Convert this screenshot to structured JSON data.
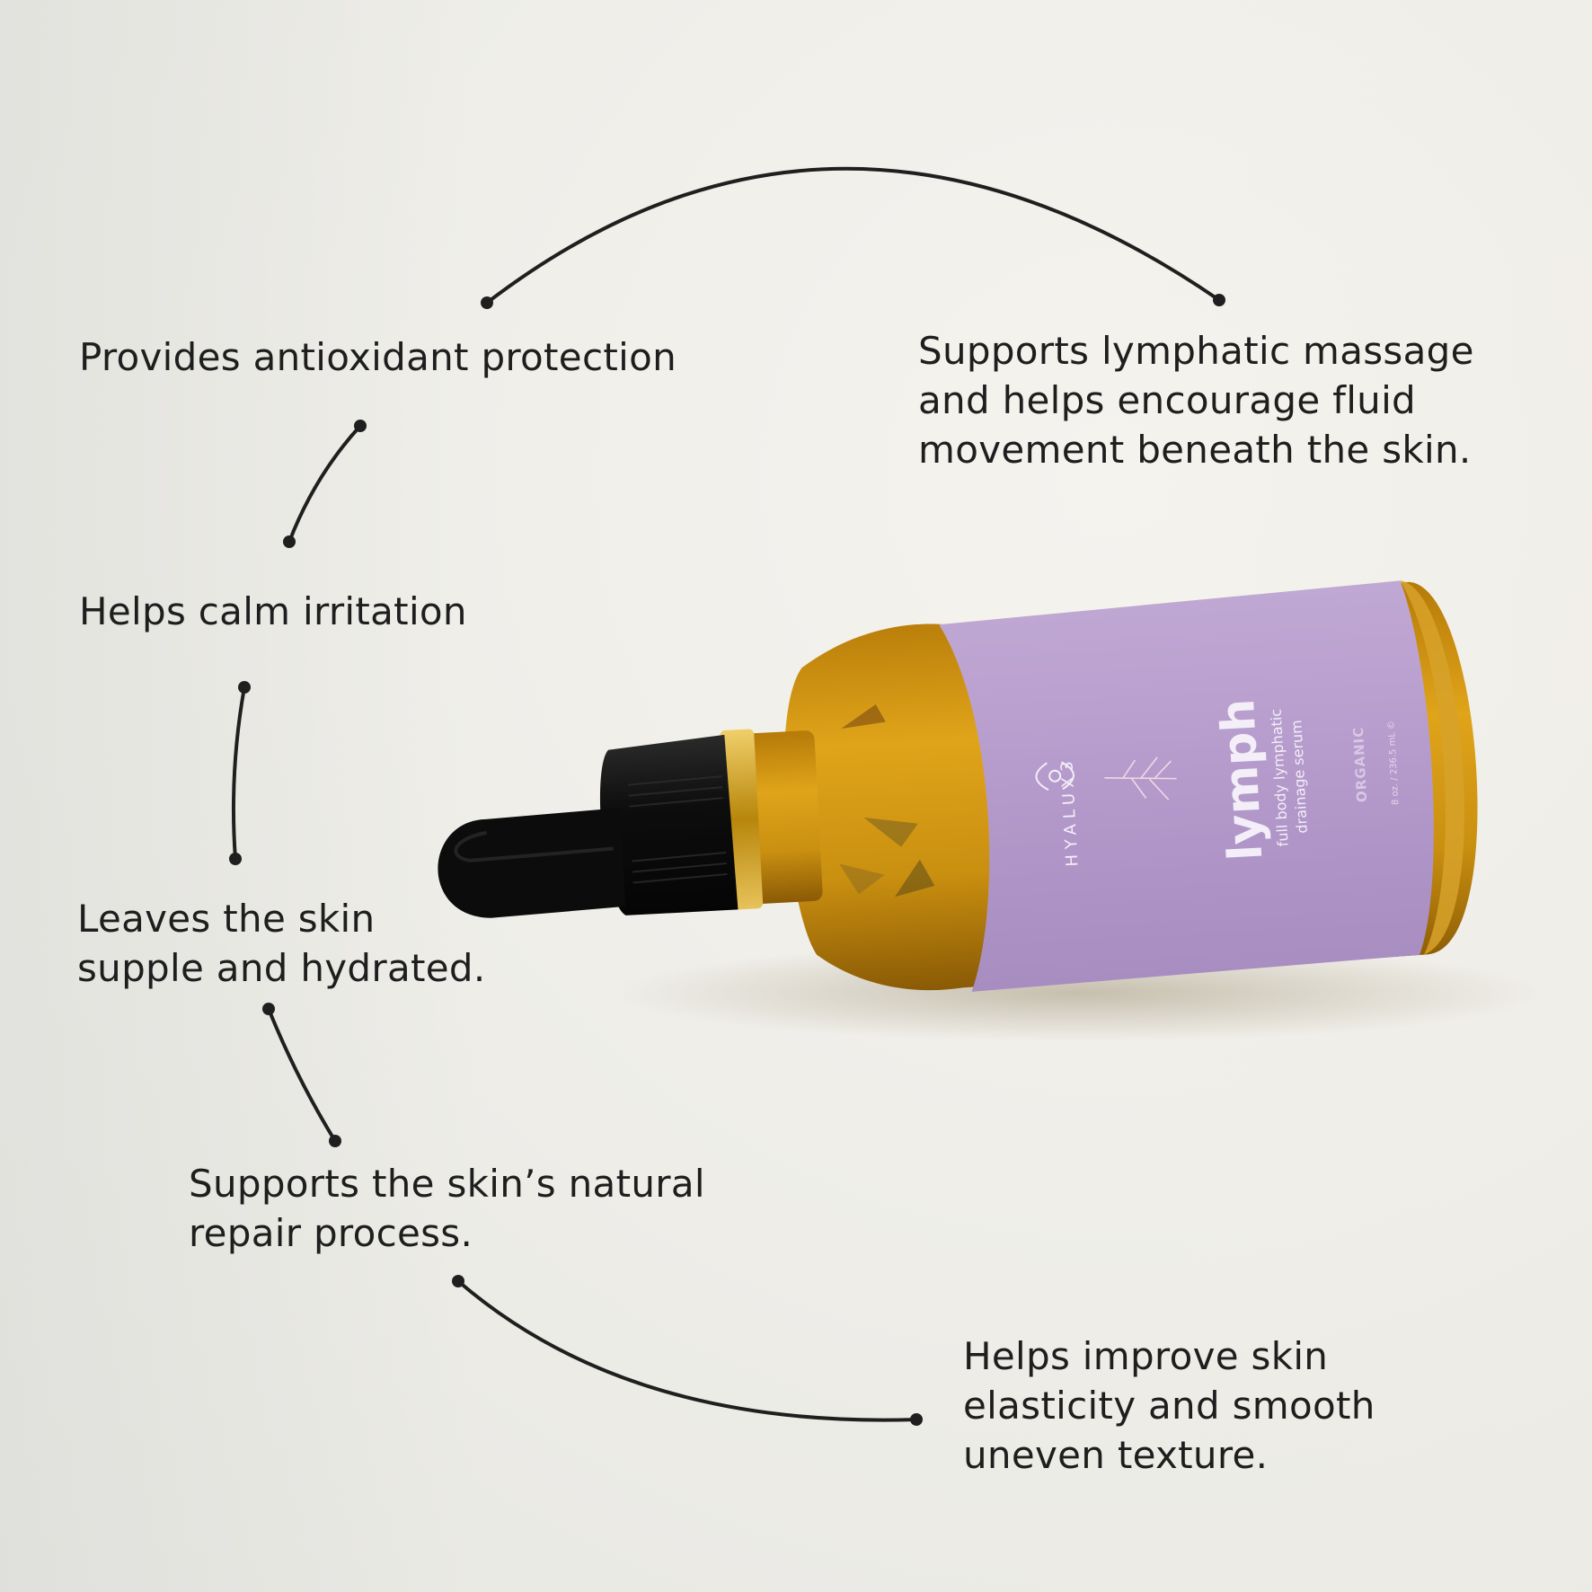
{
  "benefits": [
    {
      "id": "antioxidant",
      "text": "Provides antioxidant protection"
    },
    {
      "id": "lymphatic",
      "text": "Supports lymphatic massage\nand helps encourage fluid\nmovement beneath the skin."
    },
    {
      "id": "calm",
      "text": "Helps calm irritation"
    },
    {
      "id": "hydrated",
      "text": "Leaves the skin\nsupple and hydrated."
    },
    {
      "id": "repair",
      "text": "Supports the skin’s natural\nrepair process."
    },
    {
      "id": "elasticity",
      "text": "Helps improve skin\nelasticity and smooth\nuneven texture."
    }
  ],
  "product": {
    "brand": "HYALUX3",
    "name": "lymph",
    "subtitle_line1": "full body lymphatic",
    "subtitle_line2": "drainage serum",
    "badge": "ORGANIC",
    "volume": "8 oz. / 236.5 mL ©"
  },
  "colors": {
    "label_lavender": "#b59bcb",
    "oil_amber": "#c9920f",
    "cap_black": "#111111",
    "text_dark": "#1e1e1e",
    "connector": "#1f1f1f"
  }
}
